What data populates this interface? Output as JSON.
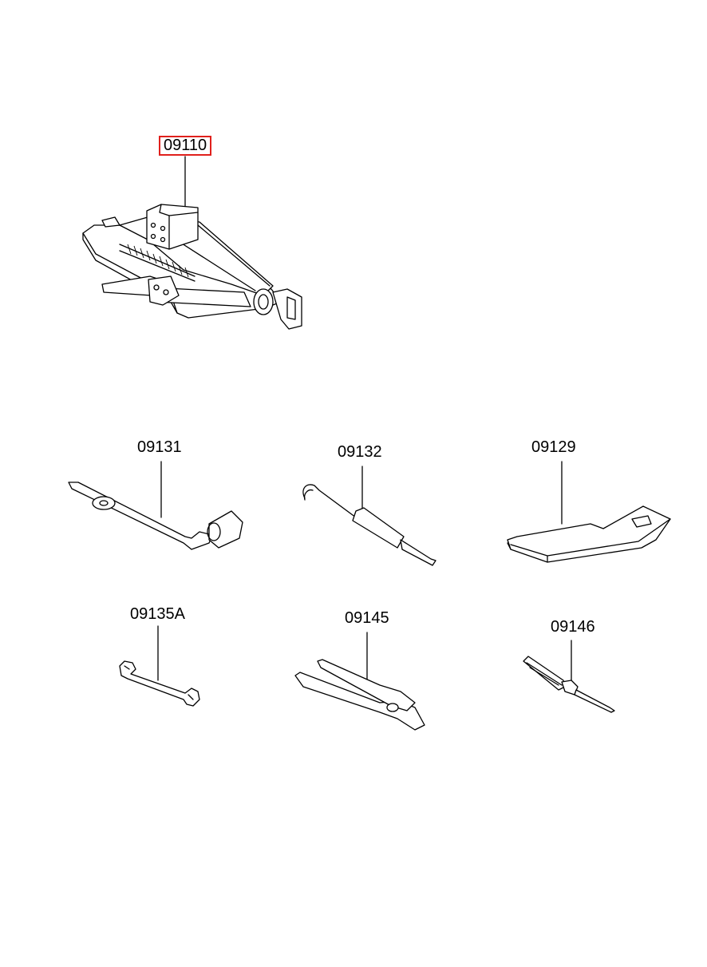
{
  "diagram": {
    "parts": [
      {
        "id": "jack",
        "code": "09110",
        "selected": true,
        "highlight_color": "#e0201c"
      },
      {
        "id": "wrench",
        "code": "09131",
        "selected": false
      },
      {
        "id": "hook",
        "code": "09132",
        "selected": false
      },
      {
        "id": "plate",
        "code": "09129",
        "selected": false
      },
      {
        "id": "spanner",
        "code": "09135A",
        "selected": false
      },
      {
        "id": "pliers",
        "code": "09145",
        "selected": false
      },
      {
        "id": "screwdriver",
        "code": "09146",
        "selected": false
      }
    ]
  }
}
